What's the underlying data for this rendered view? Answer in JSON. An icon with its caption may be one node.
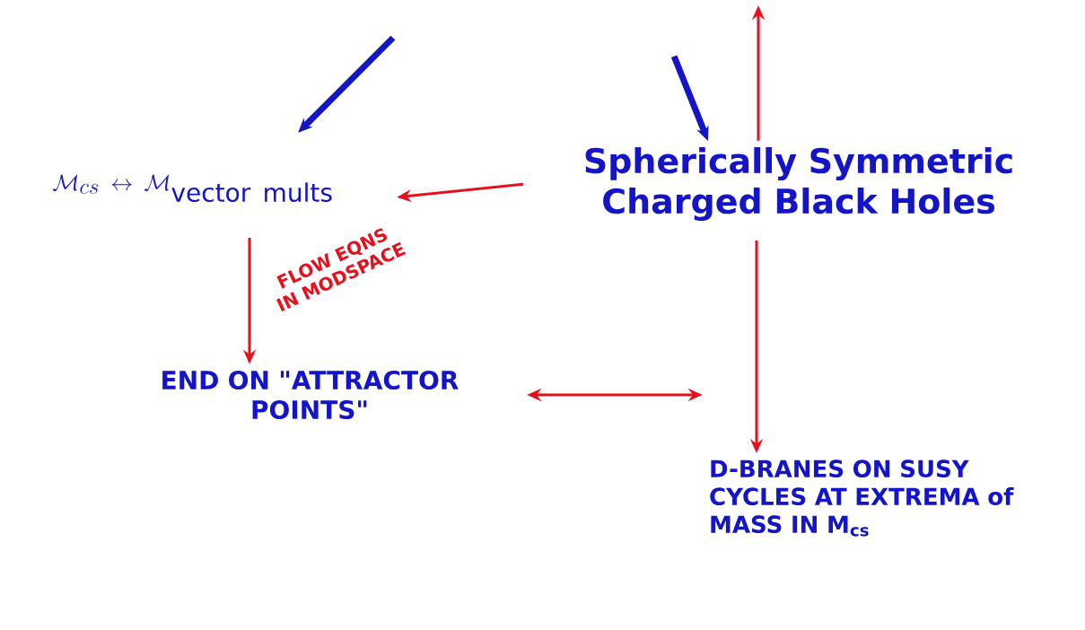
{
  "diagram": {
    "nodes": [
      {
        "text": [
          "\\mathcal{M}_{cs} \\leftrightarrow \\mathcal{M}_{\\mathrm{vector\\ mults}}"
        ]
      },
      {
        "text": [
          "Spherically Symmetric Charged Black Holes"
        ]
      },
      {
        "text": [
          "END ON \"ATTRACTOR POINTS\""
        ]
      },
      {
        "text": [
          "D-BRANES ON SUSY CYCLES AT EXTREMA of MASS IN M$_{cs}$"
        ]
      }
    ],
    "edges": [
      {
        "from": null,
        "to": 0,
        "arrow": "to",
        "style": "thick",
        "color": "#1414c8"
      },
      {
        "from": null,
        "to": 1,
        "arrow": "to",
        "style": "thick",
        "color": "#1414c8"
      },
      {
        "from": 1,
        "to": null,
        "arrow": "to"
      },
      {
        "from": 1,
        "to": 0,
        "arrow": "to"
      },
      {
        "from": 0,
        "to": 2,
        "arrow": "to",
        "label": "FLOW EQNS IN MODSPACE"
      },
      {
        "from": 1,
        "to": 3,
        "arrow": "to"
      },
      {
        "from": 2,
        "to": 3,
        "arrow": "both"
      }
    ]
  }
}
